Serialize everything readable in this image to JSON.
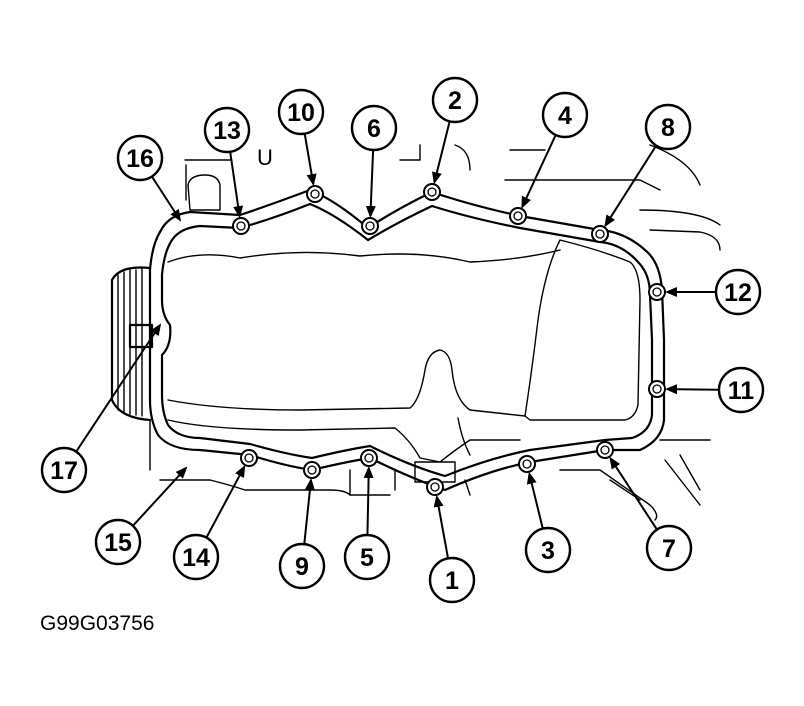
{
  "figure": {
    "reference_code": "G99G03756",
    "cover_marking": "U"
  },
  "callouts": [
    {
      "number": "1"
    },
    {
      "number": "2"
    },
    {
      "number": "3"
    },
    {
      "number": "4"
    },
    {
      "number": "5"
    },
    {
      "number": "6"
    },
    {
      "number": "7"
    },
    {
      "number": "8"
    },
    {
      "number": "9"
    },
    {
      "number": "10"
    },
    {
      "number": "11"
    },
    {
      "number": "12"
    },
    {
      "number": "13"
    },
    {
      "number": "14"
    },
    {
      "number": "15"
    },
    {
      "number": "16"
    },
    {
      "number": "17"
    }
  ]
}
